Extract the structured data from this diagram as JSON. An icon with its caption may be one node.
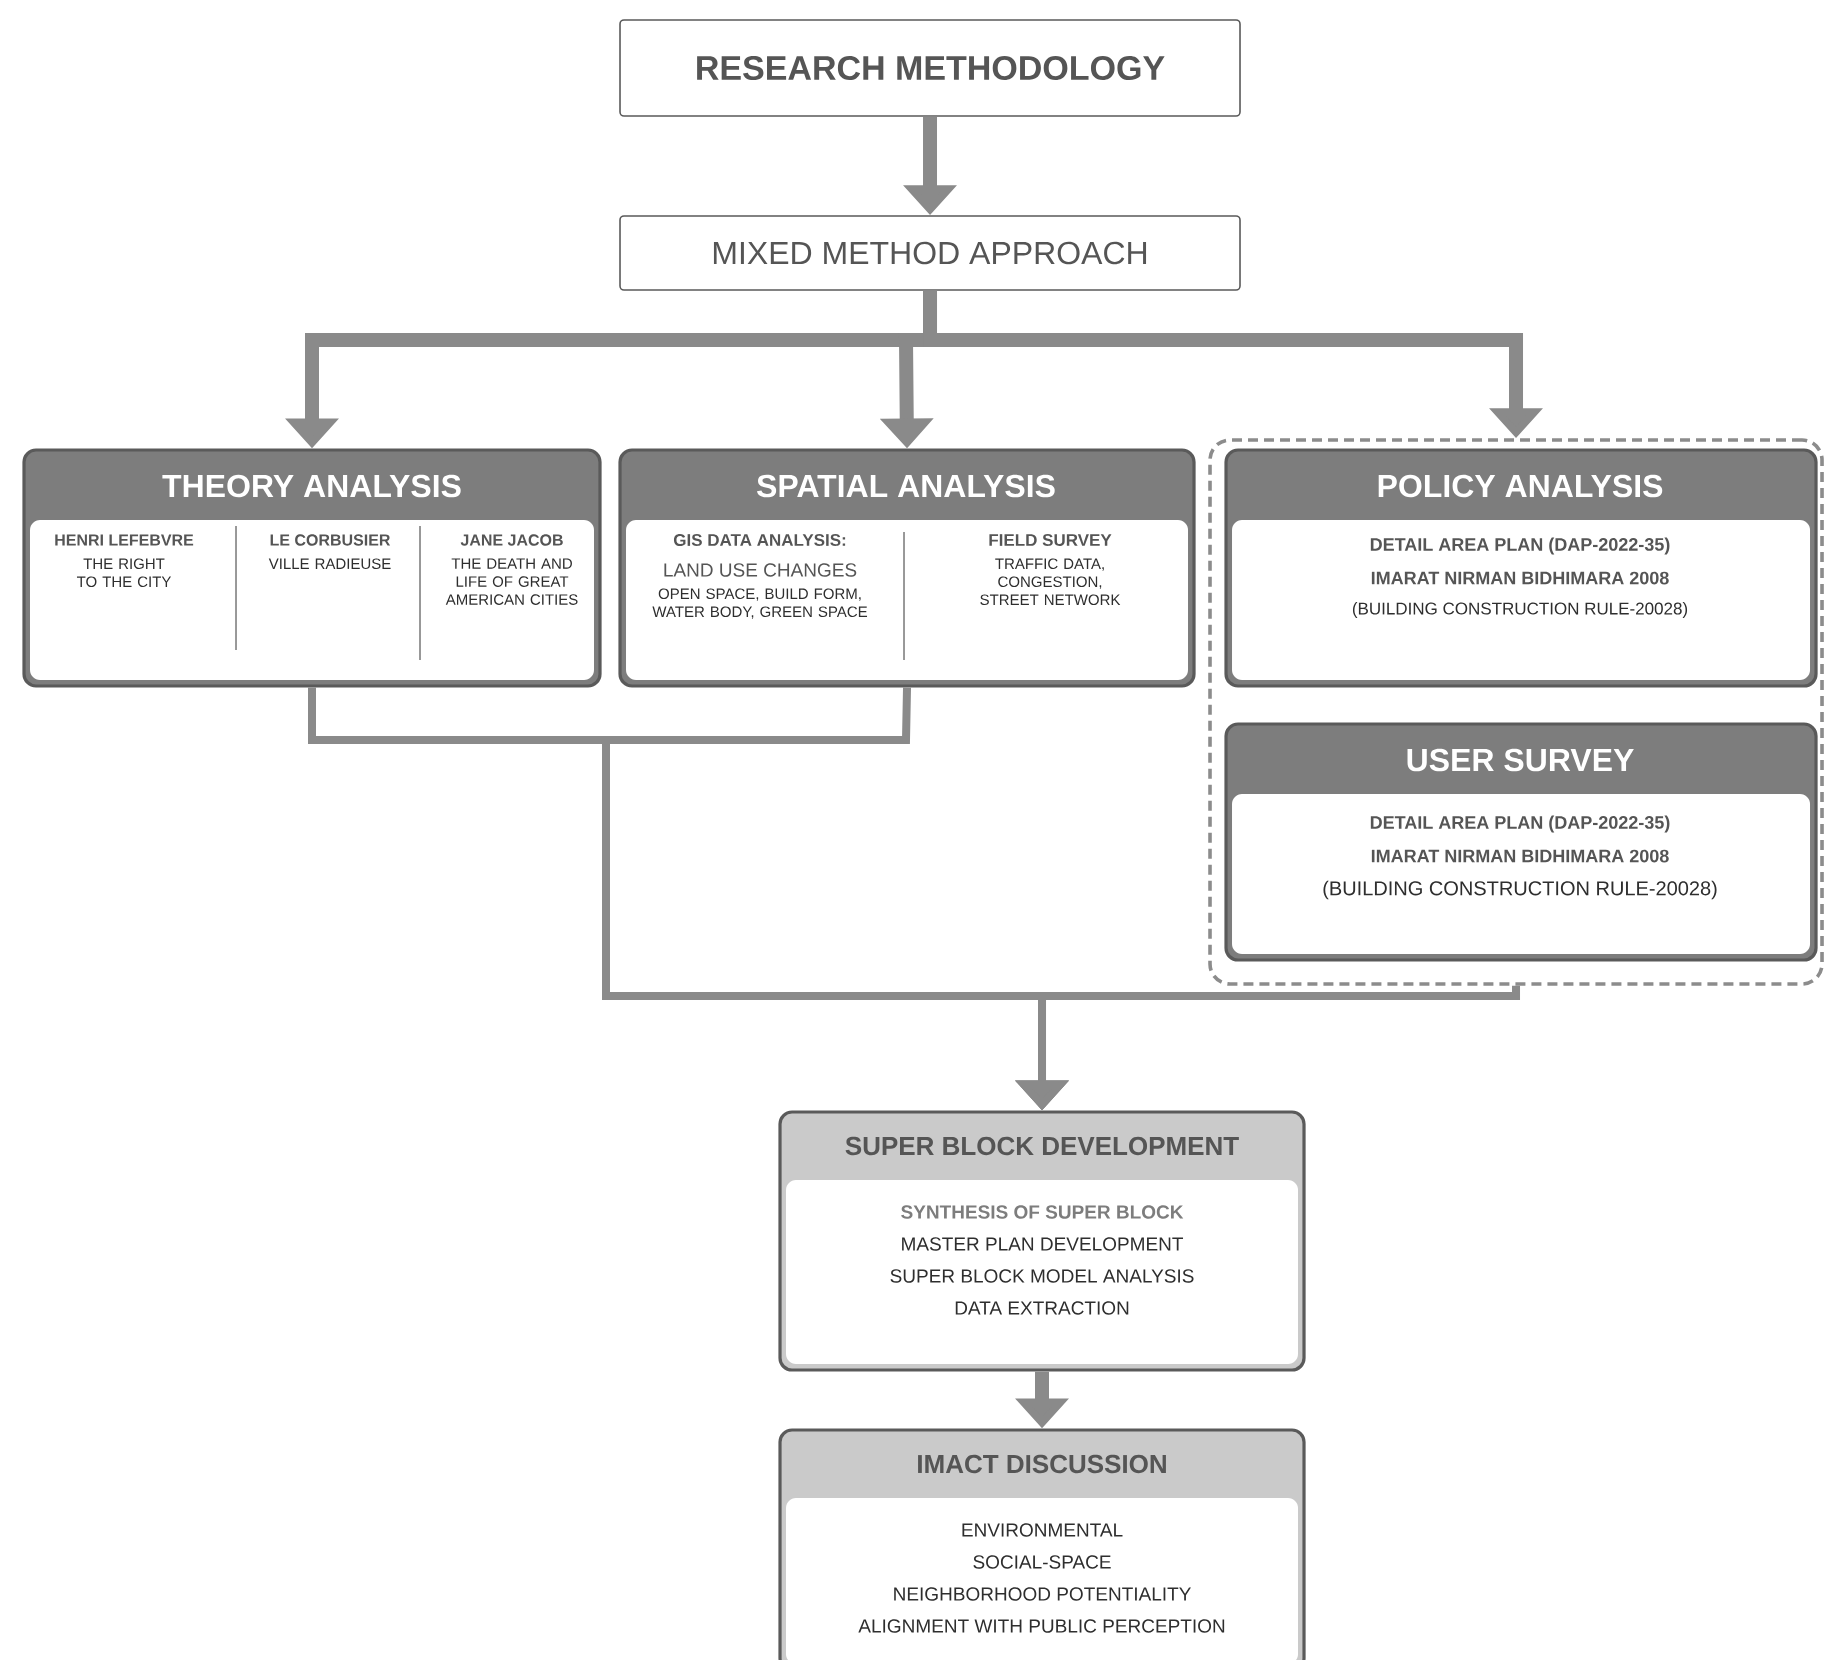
{
  "diagram": {
    "nodes": [
      {
        "text": [
          "RESEARCH METHODOLOGY"
        ]
      },
      {
        "text": [
          "MIXED METHOD APPROACH"
        ]
      },
      {
        "text": [
          "THEORY ANALYSIS",
          "HENRI LEFEBVRE",
          "THE RIGHT TO THE CITY",
          "LE CORBUSIER",
          "VILLE RADIEUSE",
          "JANE JACOB",
          "THE DEATH AND LIFE OF GREAT AMERICAN CITIES"
        ]
      },
      {
        "text": [
          "SPATIAL ANALYSIS",
          "GIS DATA ANALYSIS:",
          "LAND USE CHANGES",
          "OPEN SPACE, BUILD FORM, WATER BODY, GREEN SPACE",
          "FIELD SURVEY",
          "TRAFFIC DATA, CONGESTION, STREET NETWORK"
        ]
      },
      {
        "text": [],
        "shape": "box"
      },
      {
        "text": [
          "POLICY ANALYSIS",
          "DETAIL AREA PLAN (DAP-2022-35)",
          "IMARAT NIRMAN BIDHIMARA 2008",
          "(BUILDING CONSTRUCTION RULE-20028)"
        ],
        "in": 4
      },
      {
        "text": [
          "USER SURVEY",
          "DETAIL AREA PLAN (DAP-2022-35)",
          "IMARAT NIRMAN BIDHIMARA 2008",
          "(BUILDING CONSTRUCTION RULE-20028)"
        ],
        "in": 4
      },
      {
        "text": [
          "SUPER BLOCK DEVELOPMENT",
          "SYNTHESIS OF SUPER BLOCK",
          "MASTER PLAN DEVELOPMENT",
          "SUPER BLOCK MODEL ANALYSIS",
          "DATA EXTRACTION"
        ]
      },
      {
        "text": [
          "IMACT DISCUSSION",
          "ENVIRONMENTAL",
          "SOCIAL-SPACE",
          "NEIGHBORHOOD POTENTIALITY",
          "ALIGNMENT WITH PUBLIC PERCEPTION"
        ]
      }
    ],
    "edges": [
      {
        "from": 0,
        "to": 1,
        "arrow": "to"
      },
      {
        "from": 1,
        "to": 2,
        "arrow": "to"
      },
      {
        "from": 1,
        "to": 3,
        "arrow": "to"
      },
      {
        "from": 1,
        "to": 4,
        "arrow": "to"
      },
      {
        "from": 2,
        "to": 7,
        "arrow": "to"
      },
      {
        "from": 3,
        "to": 7,
        "arrow": "to"
      },
      {
        "from": 4,
        "to": 7,
        "arrow": "to"
      },
      {
        "from": 7,
        "to": 8,
        "arrow": "to"
      }
    ]
  }
}
